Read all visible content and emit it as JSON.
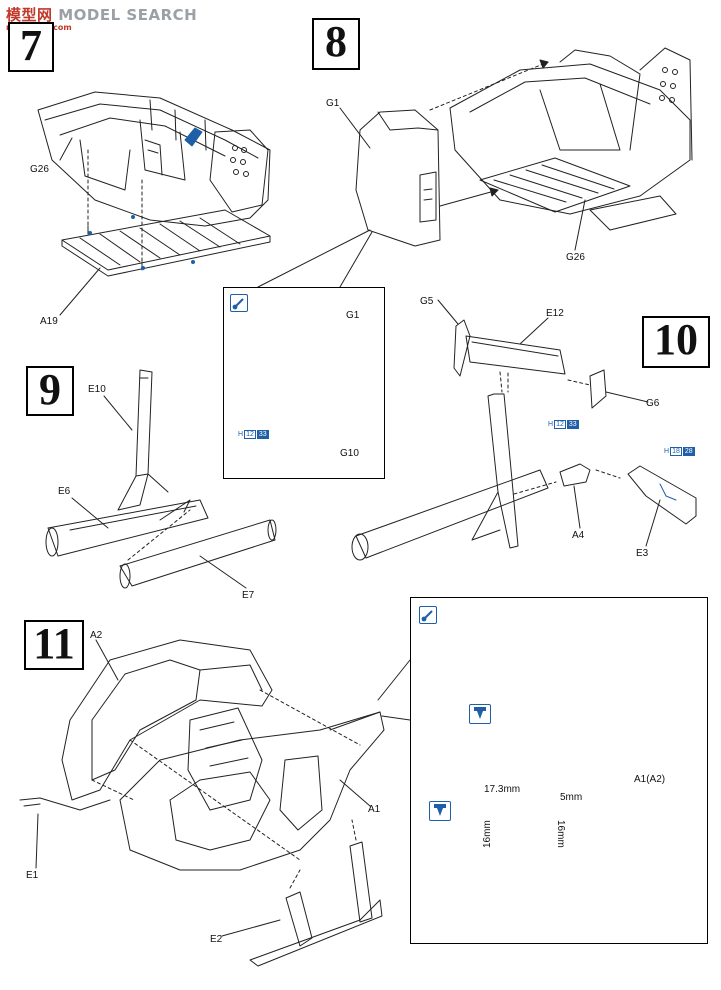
{
  "watermark": {
    "brand": "MODEL SEARCH",
    "brand_cn": "模型网",
    "url": "moo.shop.com"
  },
  "steps": [
    "7",
    "8",
    "9",
    "10",
    "11"
  ],
  "labels": {
    "g26_a": "G26",
    "a19": "A19",
    "g1": "G1",
    "g26_b": "G26",
    "g1_inset": "G1",
    "g10": "G10",
    "e10": "E10",
    "e6": "E6",
    "e7": "E7",
    "g5": "G5",
    "e12": "E12",
    "g6": "G6",
    "a4": "A4",
    "e3": "E3",
    "a2": "A2",
    "a1": "A1",
    "e1": "E1",
    "e2": "E2",
    "a1a2": "A1(A2)"
  },
  "paint_refs": [
    {
      "prefix": "H",
      "num": "12",
      "code": "33"
    },
    {
      "prefix": "H",
      "num": "12",
      "code": "33"
    },
    {
      "prefix": "H",
      "num": "18",
      "code": "28"
    }
  ],
  "measurements": {
    "m1": "17.3mm",
    "m2": "5mm",
    "m3": "16mm",
    "m4": "16mm"
  },
  "colors": {
    "ink": "#111111",
    "accent": "#1f5fa8"
  }
}
